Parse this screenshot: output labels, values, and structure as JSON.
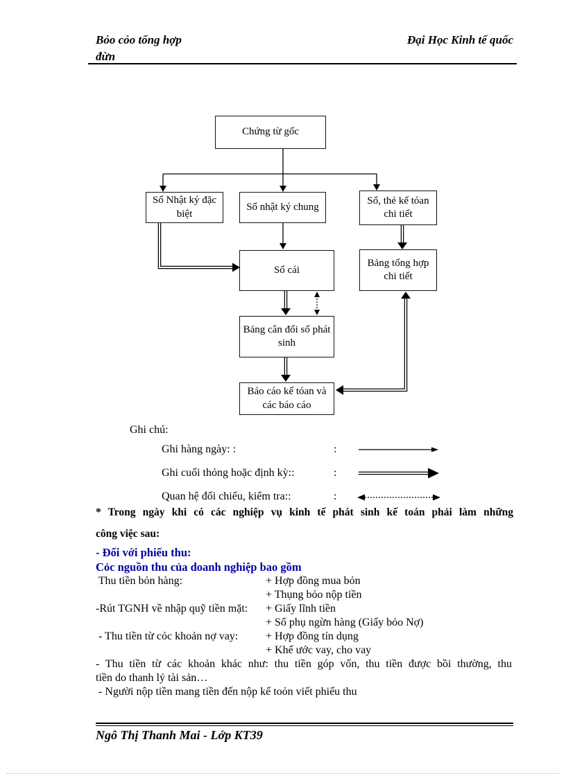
{
  "header": {
    "left_line1": "Bỏo cỏo tổng hợp",
    "left_line2": "đừn",
    "right": "Đại Học Kinh tế quốc"
  },
  "footer": {
    "text": "Ngô Thị Thanh Mai - Lớp KT39"
  },
  "flowchart": {
    "boxes": [
      {
        "id": "chung-tu-goc",
        "label": "Chứng từ gốc"
      },
      {
        "id": "so-nhat-ky-dac-biet",
        "label": "Sổ Nhật ký đặc biệt"
      },
      {
        "id": "so-nhat-ky-chung",
        "label": "Sổ nhật ký chung"
      },
      {
        "id": "so-the-ke-toan-chi-tiet",
        "label": "Sổ, thẻ kế tóan chi tiết"
      },
      {
        "id": "so-cai",
        "label": "Sổ cái"
      },
      {
        "id": "bang-tong-hop-chi-tiet",
        "label": "Bảng tổng hợp chi tiết"
      },
      {
        "id": "bang-can-doi-so-phat-sinh",
        "label": "Bảng cân đối số phát sinh"
      },
      {
        "id": "bao-cao-ke-toan",
        "label": "Báo cáo kế tóan và các báo cáo"
      }
    ],
    "legend": {
      "title": "Ghi chú:",
      "items": [
        {
          "label": "Ghi hàng ngày: :",
          "separator": ":",
          "arrow": "solid-single-arrow"
        },
        {
          "label": "Ghi cuối thỏng hoặc định kỳ::",
          "separator": ":",
          "arrow": "solid-double-arrow"
        },
        {
          "label": "Quan hệ đối chiếu, kiểm tra::",
          "separator": ":",
          "arrow": "dotted-double-headed-arrow"
        }
      ]
    }
  },
  "body": {
    "note_line1": "* Trong ngày khi có các nghiệp vụ kinh tế phát sinh kế toán phải làm những",
    "note_line2": "công việc sau:",
    "blue_heading1": "- Đối với phiếu thu:",
    "blue_heading2": "Cỏc nguồn thu của doanh nghiệp bao gồm",
    "rows": [
      {
        "left": " Thu tiền bỏn hàng:",
        "right": "+ Hợp đồng mua bỏn"
      },
      {
        "left": "",
        "right": "+ Thụng bỏo nộp tiền"
      },
      {
        "left": "-Rút TGNH về nhập quỹ tiền mặt:",
        "right": "+ Giấy lĩnh tiền"
      },
      {
        "left": "",
        "right": "+ Sổ phụ ngừn hàng (Giấy bỏo Nợ)"
      },
      {
        "left": " - Thu tiền từ cỏc khoản nợ vay:",
        "right": "+ Hợp đồng tín dụng"
      },
      {
        "left": "",
        "right": "+ Khế ước vay, cho vay"
      }
    ],
    "para_line1": " - Thu tiền từ các khoản khác như: thu tiền góp vốn, thu tiền được bồi thường, thu",
    "para_line2": "tiền do thanh lý tài sản…",
    "last_line": " - Người nộp tiền mang tiền đến nộp kế toỏn viết phiếu thu"
  },
  "colors": {
    "accent_blue": "#0000a0",
    "line_black": "#000000",
    "boundary_gray": "#b3b3b3"
  }
}
